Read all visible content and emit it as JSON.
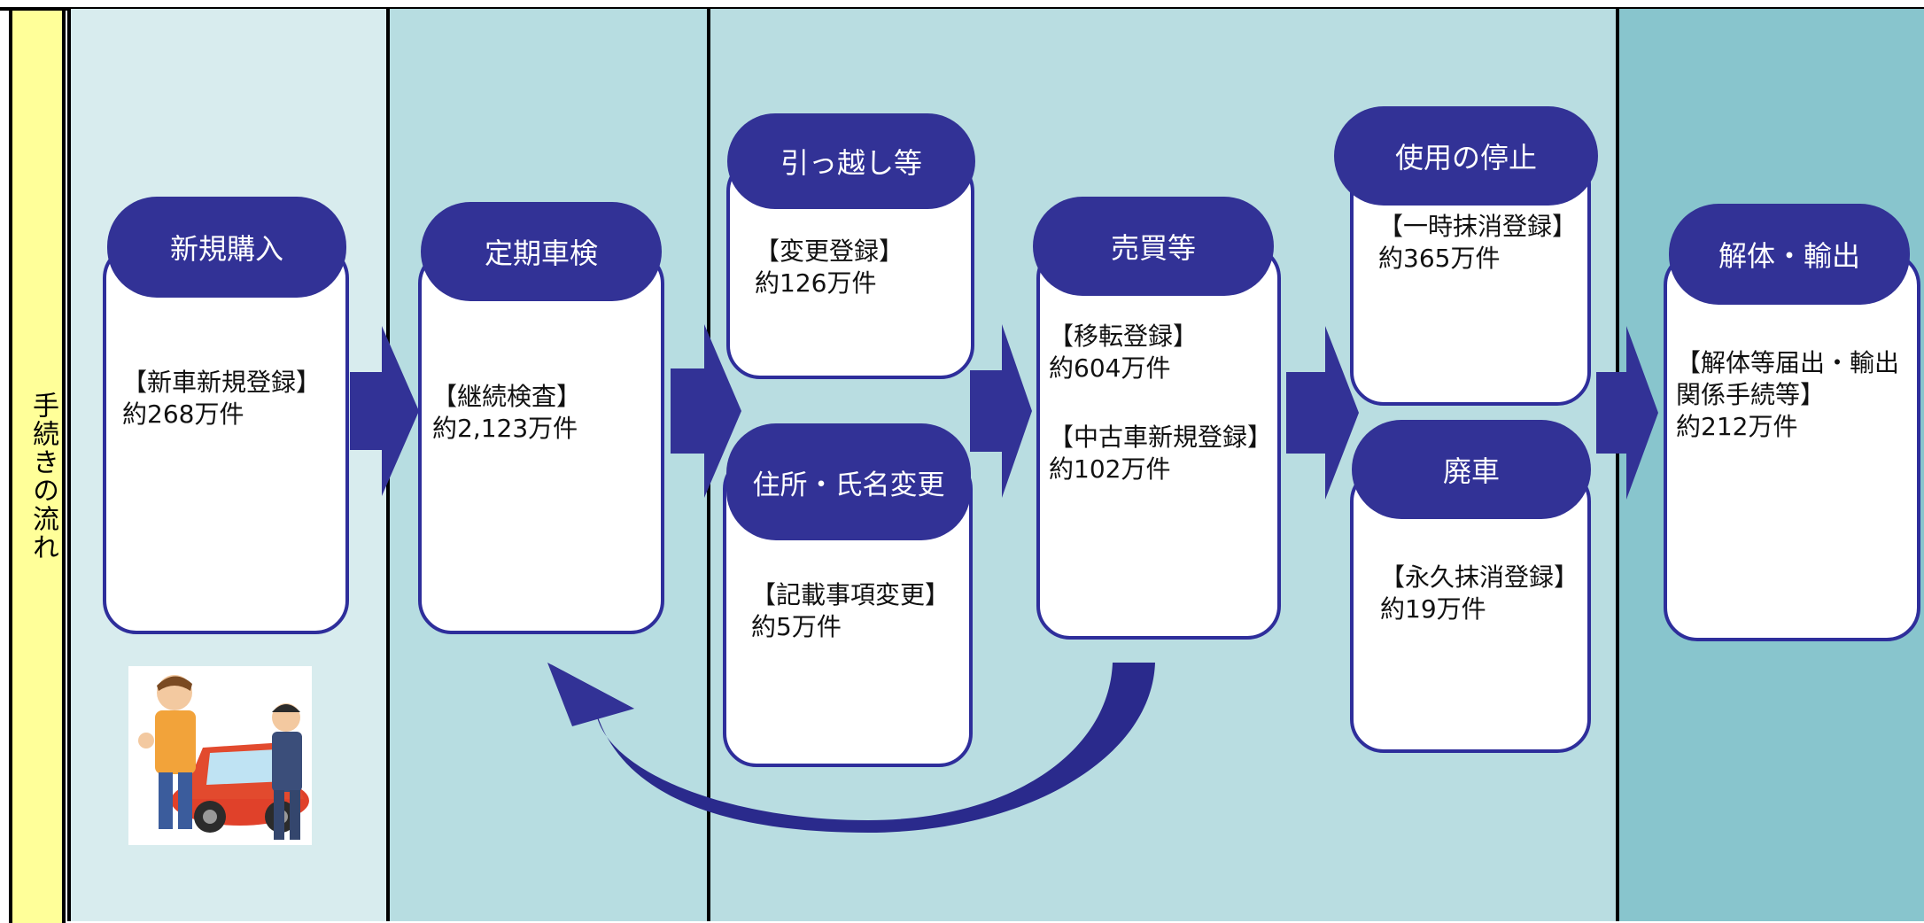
{
  "side_label": "手続きの流れ",
  "colors": {
    "accent": "#323296",
    "label_bg": "#ffff99",
    "col1": "#d8ecee",
    "col2": "#b7dde1",
    "col3": "#b9dde1",
    "col4": "#88c5cd"
  },
  "stages": {
    "new_purchase": {
      "title": "新規購入",
      "body": "【新車新規登録】\n約268万件"
    },
    "inspection": {
      "title": "定期車検",
      "body": "【継続検査】\n約2,123万件"
    },
    "moving": {
      "title": "引っ越し等",
      "body": "【変更登録】\n約126万件"
    },
    "address_change": {
      "title": "住所・氏名変更",
      "body": "【記載事項変更】\n 約5万件"
    },
    "trade": {
      "title": "売買等",
      "body": "【移転登録】\n約604万件",
      "body2": "【中古車新規登録】\n約102万件"
    },
    "suspension": {
      "title": "使用の停止",
      "body": "【一時抹消登録】\n約365万件"
    },
    "scrap": {
      "title": "廃車",
      "body": "【永久抹消登録】\n約19万件"
    },
    "dismantle": {
      "title": "解体・輸出",
      "body": "【解体等届出・輸出関係手続等】\n約212万件"
    }
  },
  "icons": {
    "flow_arrow": "chevron-right-arrow",
    "return_arrow": "curved-return-arrow",
    "illustration": "car-salesman-illustration"
  }
}
